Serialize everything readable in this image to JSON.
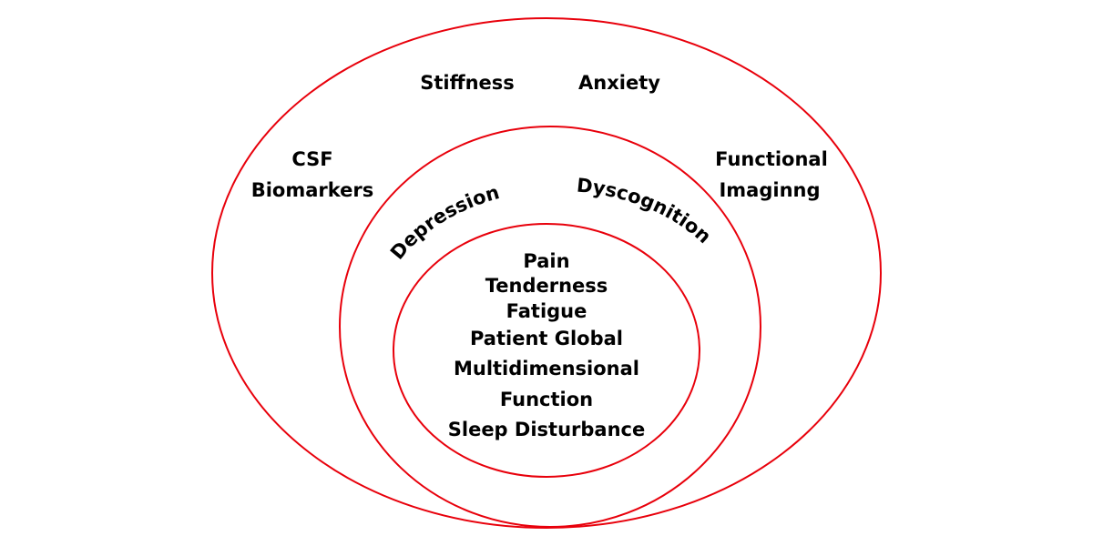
{
  "diagram": {
    "title": "",
    "ring_color": "#e8000b",
    "rings": [
      {
        "level": "outer",
        "items": [
          "Stiffness",
          "Anxiety",
          "CSF Biomarkers",
          "Functional Imaginng"
        ],
        "labels": {
          "stiffness": "Stiffness",
          "anxiety": "Anxiety",
          "csf_line1": "CSF",
          "csf_line2": "Biomarkers",
          "functional_line1": "Functional",
          "functional_line2": "Imaginng"
        }
      },
      {
        "level": "middle",
        "items": [
          "Depression",
          "Dyscognition"
        ],
        "labels": {
          "depression": "Depression",
          "dyscognition": "Dyscognition"
        }
      },
      {
        "level": "core",
        "items": [
          "Pain",
          "Tenderness",
          "Fatigue",
          "Patient Global",
          "Multidimensional",
          "Function",
          "Sleep Disturbance"
        ]
      }
    ]
  }
}
